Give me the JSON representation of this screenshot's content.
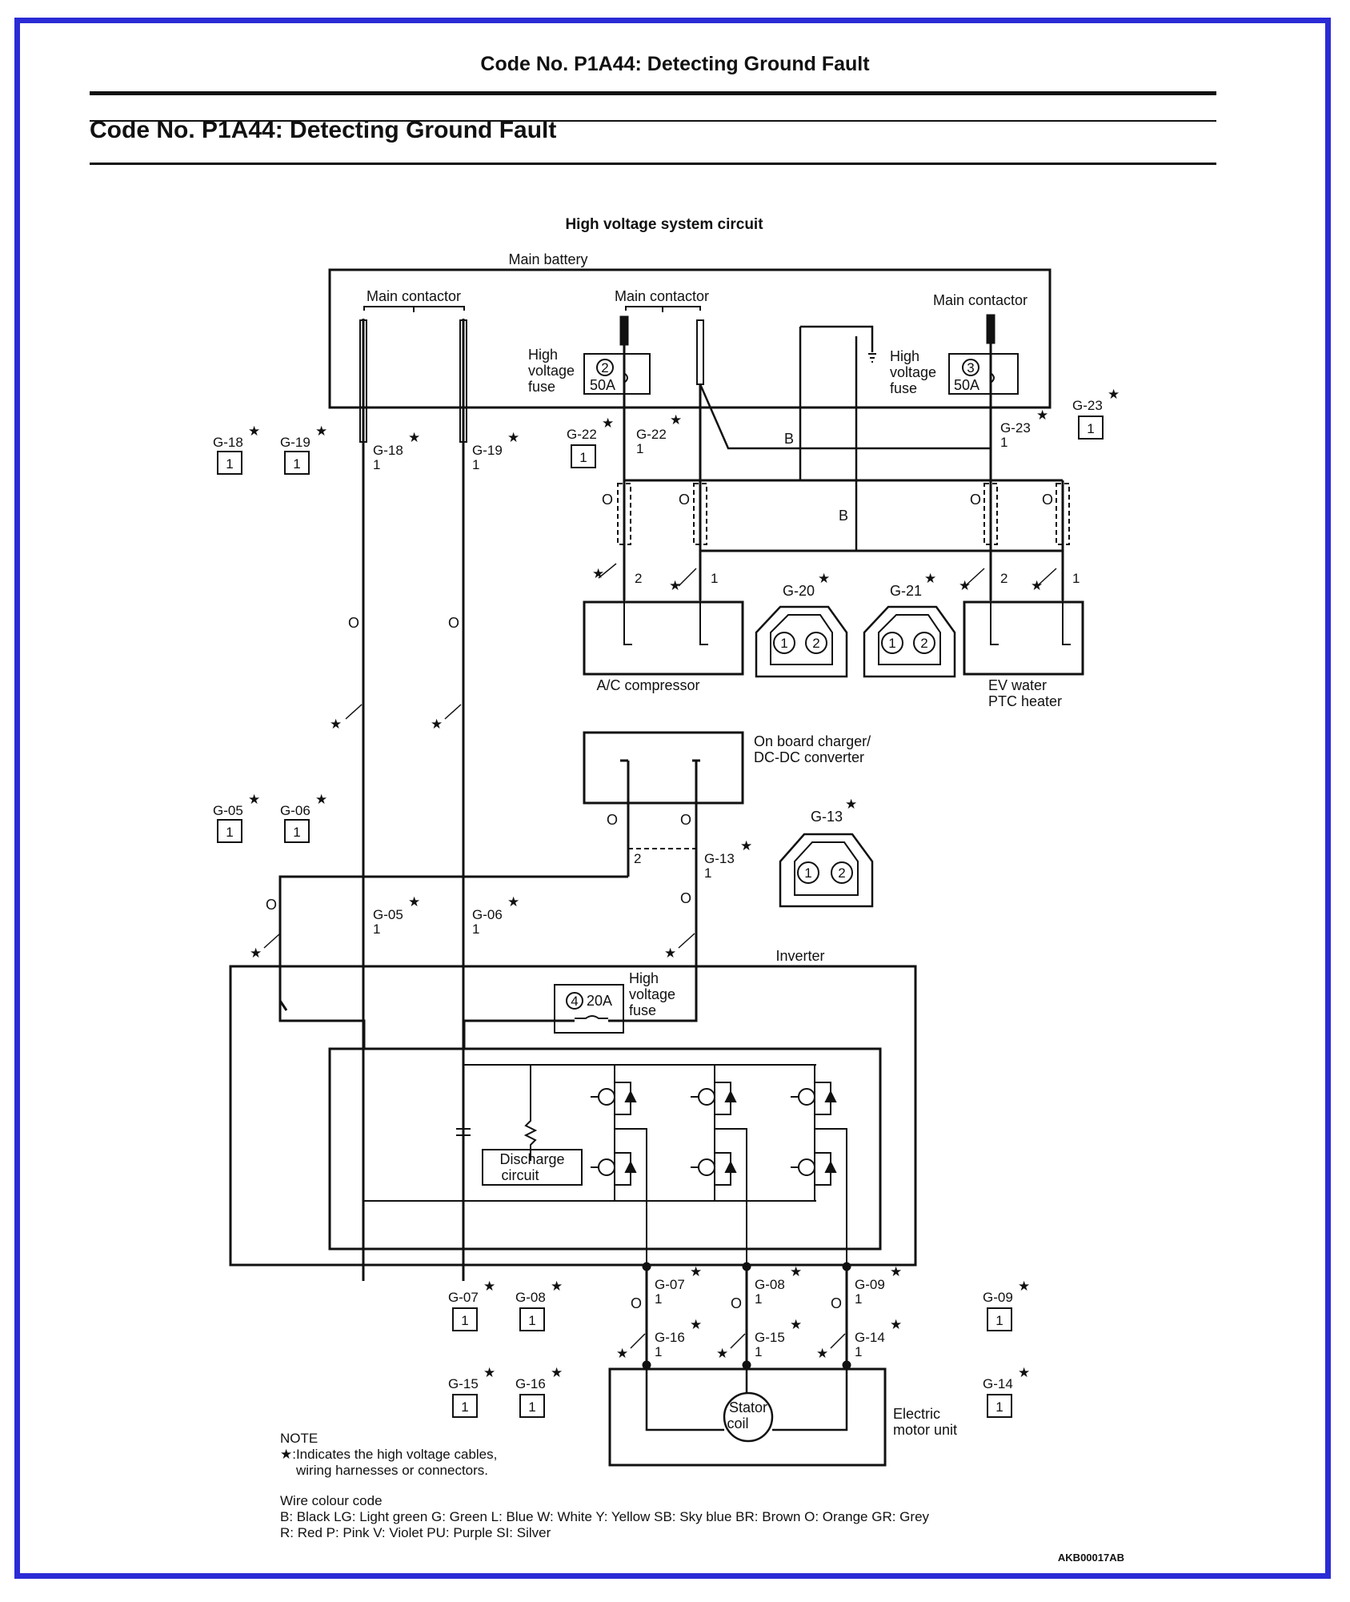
{
  "header": {
    "running_title": "Code No. P1A44: Detecting Ground Fault",
    "section_title": "Code No. P1A44: Detecting Ground Fault"
  },
  "diagram": {
    "title": "High voltage system circuit",
    "main_battery": "Main battery",
    "main_contactor": "Main contactor",
    "fuse_line1": "High",
    "fuse_line2": "voltage",
    "fuse_line3": "fuse",
    "fuse2_num": "2",
    "fuse2_rating": "50A",
    "fuse3_num": "3",
    "fuse3_rating": "50A",
    "fuse4_num": "4",
    "fuse4_rating": "20A",
    "wire_B": "B",
    "wire_O": "O",
    "pin1": "1",
    "pin2": "2",
    "ac_compressor": "A/C compressor",
    "ev_heater_l1": "EV water",
    "ev_heater_l2": "PTC heater",
    "charger_l1": "On board charger/",
    "charger_l2": "DC-DC converter",
    "inverter": "Inverter",
    "discharge_l1": "Discharge",
    "discharge_l2": "circuit",
    "stator_l1": "Stator",
    "stator_l2": "coil",
    "motor_l1": "Electric",
    "motor_l2": "motor unit",
    "connectors": {
      "g18": "G-18",
      "g19": "G-19",
      "g22": "G-22",
      "g23": "G-23",
      "g20": "G-20",
      "g21": "G-21",
      "g13": "G-13",
      "g05": "G-05",
      "g06": "G-06",
      "g07": "G-07",
      "g08": "G-08",
      "g09": "G-09",
      "g14": "G-14",
      "g15": "G-15",
      "g16": "G-16"
    },
    "star": "★"
  },
  "notes": {
    "note_title": "NOTE",
    "note_l1": "★:Indicates the high voltage cables,",
    "note_l2": "wiring harnesses or connectors.",
    "wire_code_title": "Wire colour code",
    "wire_code_l1": "B: Black  LG: Light green  G: Green  L: Blue  W: White  Y: Yellow  SB: Sky blue  BR: Brown  O: Orange  GR: Grey",
    "wire_code_l2": "R: Red  P: Pink  V: Violet  PU: Purple  SI: Silver"
  },
  "figure_id": "AKB00017AB",
  "colors": {
    "frame": "#2b2bd6",
    "ink": "#111111"
  }
}
